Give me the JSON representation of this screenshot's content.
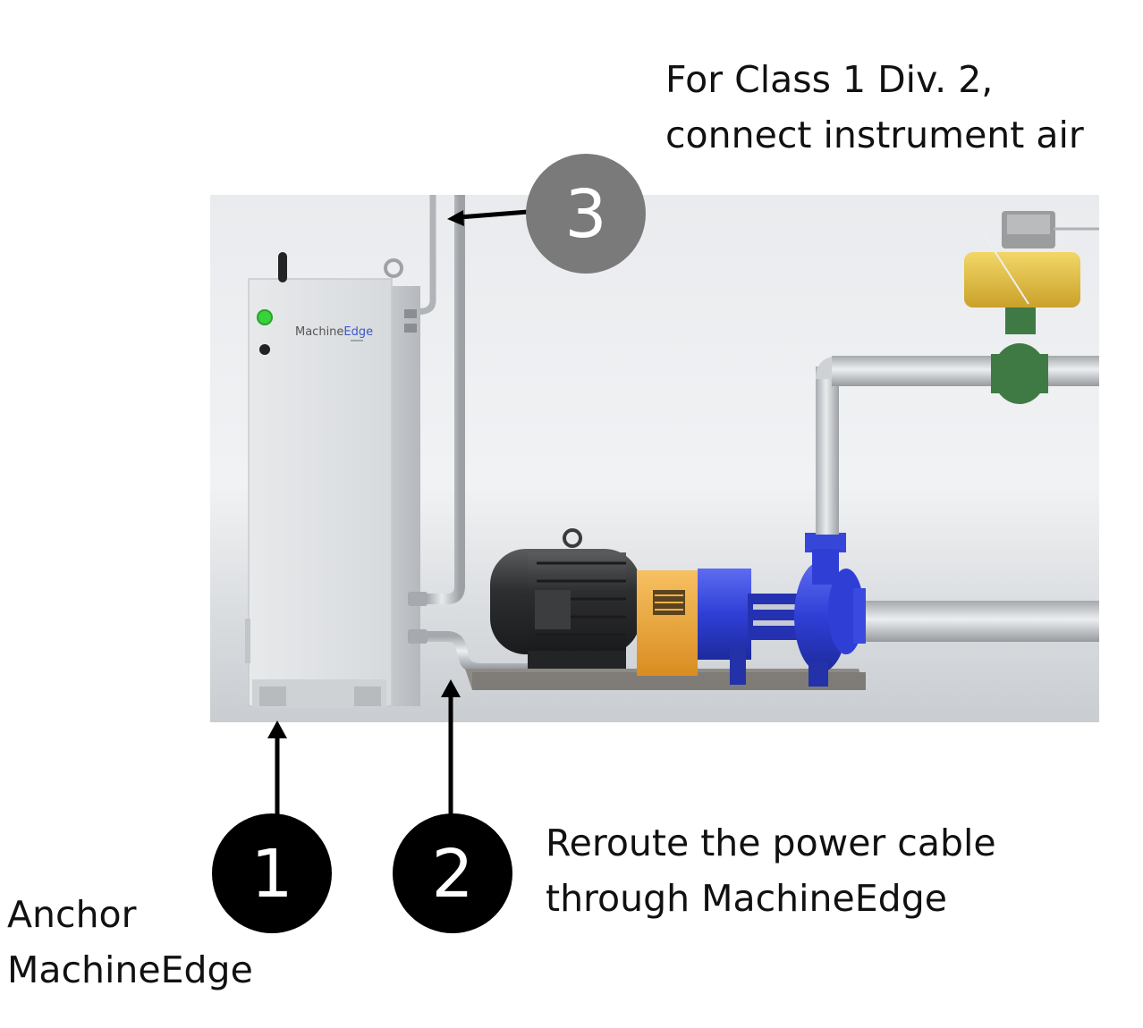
{
  "cabinet": {
    "brand_prefix": "Machine",
    "brand_suffix": "Edge"
  },
  "callouts": [
    {
      "number": "1",
      "lines": [
        "Anchor",
        "MachineEdge"
      ]
    },
    {
      "number": "2",
      "lines": [
        "Reroute the power cable",
        "through MachineEdge"
      ]
    },
    {
      "number": "3",
      "lines": [
        "For Class 1 Div. 2,",
        "connect instrument air"
      ]
    }
  ],
  "colors": {
    "marker_dark": "#000000",
    "marker_gray": "#7a7a7a",
    "pump_blue": "#2f3fd6",
    "coupling_yellow": "#f0a93a",
    "actuator_yellow": "#e8c23a",
    "valve_green": "#3f7a45",
    "motor_black": "#2c2c2c",
    "cabinet_gray": "#e4e6e8",
    "status_light": "#39d23a"
  }
}
